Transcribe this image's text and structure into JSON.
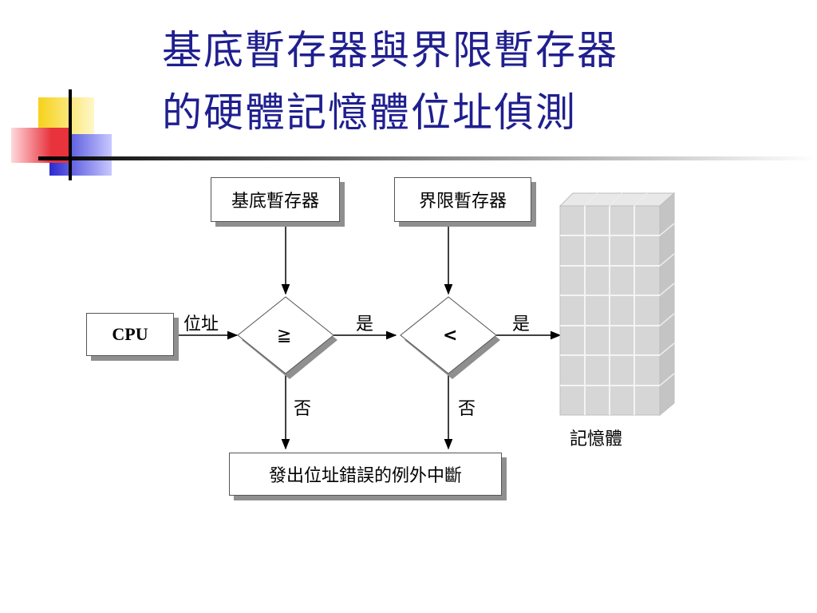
{
  "title": {
    "line1": "基底暫存器與界限暫存器",
    "line2": "的硬體記憶體位址偵測"
  },
  "diagram": {
    "base_register": "基底暫存器",
    "limit_register": "界限暫存器",
    "cpu": "CPU",
    "address_label": "位址",
    "compare_ge": "≧",
    "compare_lt": "<",
    "yes_label_1": "是",
    "yes_label_2": "是",
    "no_label_1": "否",
    "no_label_2": "否",
    "memory_label": "記憶體",
    "trap": "發出位址錯誤的例外中斷"
  },
  "colors": {
    "title": "#1f1f8f",
    "deco_yellow": "#f6d21a",
    "deco_red": "#e8323c",
    "deco_blue": "#2a2ad0",
    "memory_face": "#d6d6d6"
  }
}
